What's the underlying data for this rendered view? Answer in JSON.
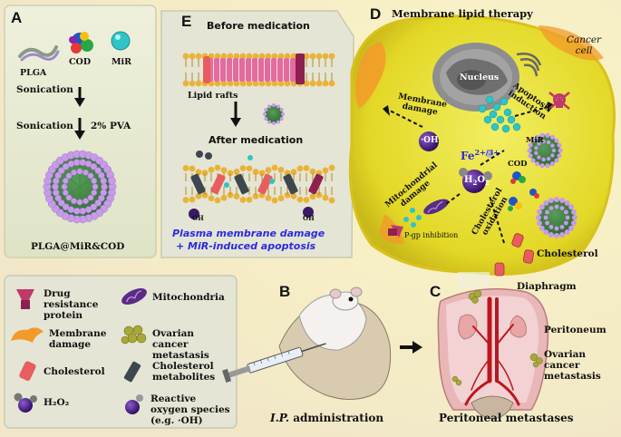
{
  "panels": {
    "a": {
      "letter": "A",
      "plga": "PLGA",
      "cod": "COD",
      "mir": "MiR",
      "step1": "Sonication",
      "step2": "Sonication",
      "pva": "2% PVA",
      "product": "PLGA@MiR&COD"
    },
    "e": {
      "letter": "E",
      "before": "Before medication",
      "lipid_rafts": "Lipid rafts",
      "after": "After medication",
      "result_line1": "Plasma membrane damage",
      "result_line2": "+ MiR-induced apoptosis",
      "oh": "OH"
    },
    "d": {
      "letter": "D",
      "title": "Membrane lipid therapy",
      "cancer_cell": "Cancer cell",
      "nucleus": "Nucleus",
      "membrane_damage": "Membrane damage",
      "apoptosis": "Apoptosis induction",
      "mir": "MiR",
      "oh": "·OH",
      "fe": "Fe",
      "fe_sup": "2+/3+",
      "h2o2": "H",
      "h2o2_sub": "2",
      "h2o2_o": "O",
      "h2o2_sub2": "2",
      "cod": "COD",
      "mito_damage": "Mitochondrial damage",
      "pgp": "P-gp inhibition",
      "chol_ox": "Cholesterol oxidation",
      "cholesterol": "Cholesterol"
    },
    "b": {
      "letter": "B",
      "caption_italic": "I.P.",
      "caption_rest": " administration"
    },
    "c": {
      "letter": "C",
      "diaphragm": "Diaphragm",
      "peritoneum": "Peritoneum",
      "metastasis": "Ovarian cancer metastasis",
      "caption": "Peritoneal metastases"
    }
  },
  "legend": [
    {
      "icon": "drug-resistance-protein-icon",
      "text": "Drug resistance protein"
    },
    {
      "icon": "mitochondria-icon",
      "text": "Mitochondria"
    },
    {
      "icon": "membrane-damage-icon",
      "text": "Membrane damage"
    },
    {
      "icon": "ovarian-metastasis-icon",
      "text": "Ovarian cancer metastasis"
    },
    {
      "icon": "cholesterol-icon",
      "text": "Cholesterol"
    },
    {
      "icon": "cholesterol-metabolites-icon",
      "text": "Cholesterol metabolites"
    },
    {
      "icon": "h2o2-icon",
      "text": "H₂O₂"
    },
    {
      "icon": "ros-icon",
      "text": "Reactive oxygen species (e.g. ·OH)"
    }
  ],
  "colors": {
    "background": "#f6eed2",
    "cell_yellow": "#e8e23a",
    "membrane_orange": "#f39a2a",
    "tissue_pink": "#e9b7b7",
    "vessel_red": "#c0141b",
    "blue_text": "#2c2be0",
    "mir_cyan": "#2fc4c8",
    "ros_purple": "#4b1a86"
  }
}
